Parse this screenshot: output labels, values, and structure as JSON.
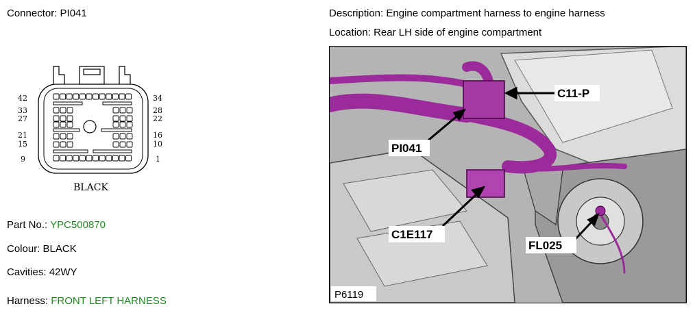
{
  "connector": {
    "label": "Connector:",
    "value": "PI041"
  },
  "description": {
    "label": "Description:",
    "value": "Engine compartment harness to engine harness"
  },
  "location": {
    "label": "Location:",
    "value": "Rear LH side of engine compartment"
  },
  "diagram": {
    "pin_labels_left": [
      "42",
      "33",
      "27",
      "21",
      "15",
      "9"
    ],
    "pin_labels_right": [
      "34",
      "28",
      "22",
      "16",
      "10",
      "1"
    ],
    "color_label": "BLACK"
  },
  "part_no": {
    "label": "Part No.:",
    "value": "YPC500870"
  },
  "colour": {
    "label": "Colour:",
    "value": "BLACK"
  },
  "cavities": {
    "label": "Cavities:",
    "value": "42WY"
  },
  "harness": {
    "label": "Harness:",
    "value": "FRONT LEFT HARNESS"
  },
  "photo": {
    "callouts": [
      "C11-P",
      "PI041",
      "C1E117",
      "FL025"
    ],
    "image_id": "P6119"
  },
  "colors": {
    "highlight": "#9b2b9b",
    "green_text": "#1e8c1e"
  }
}
